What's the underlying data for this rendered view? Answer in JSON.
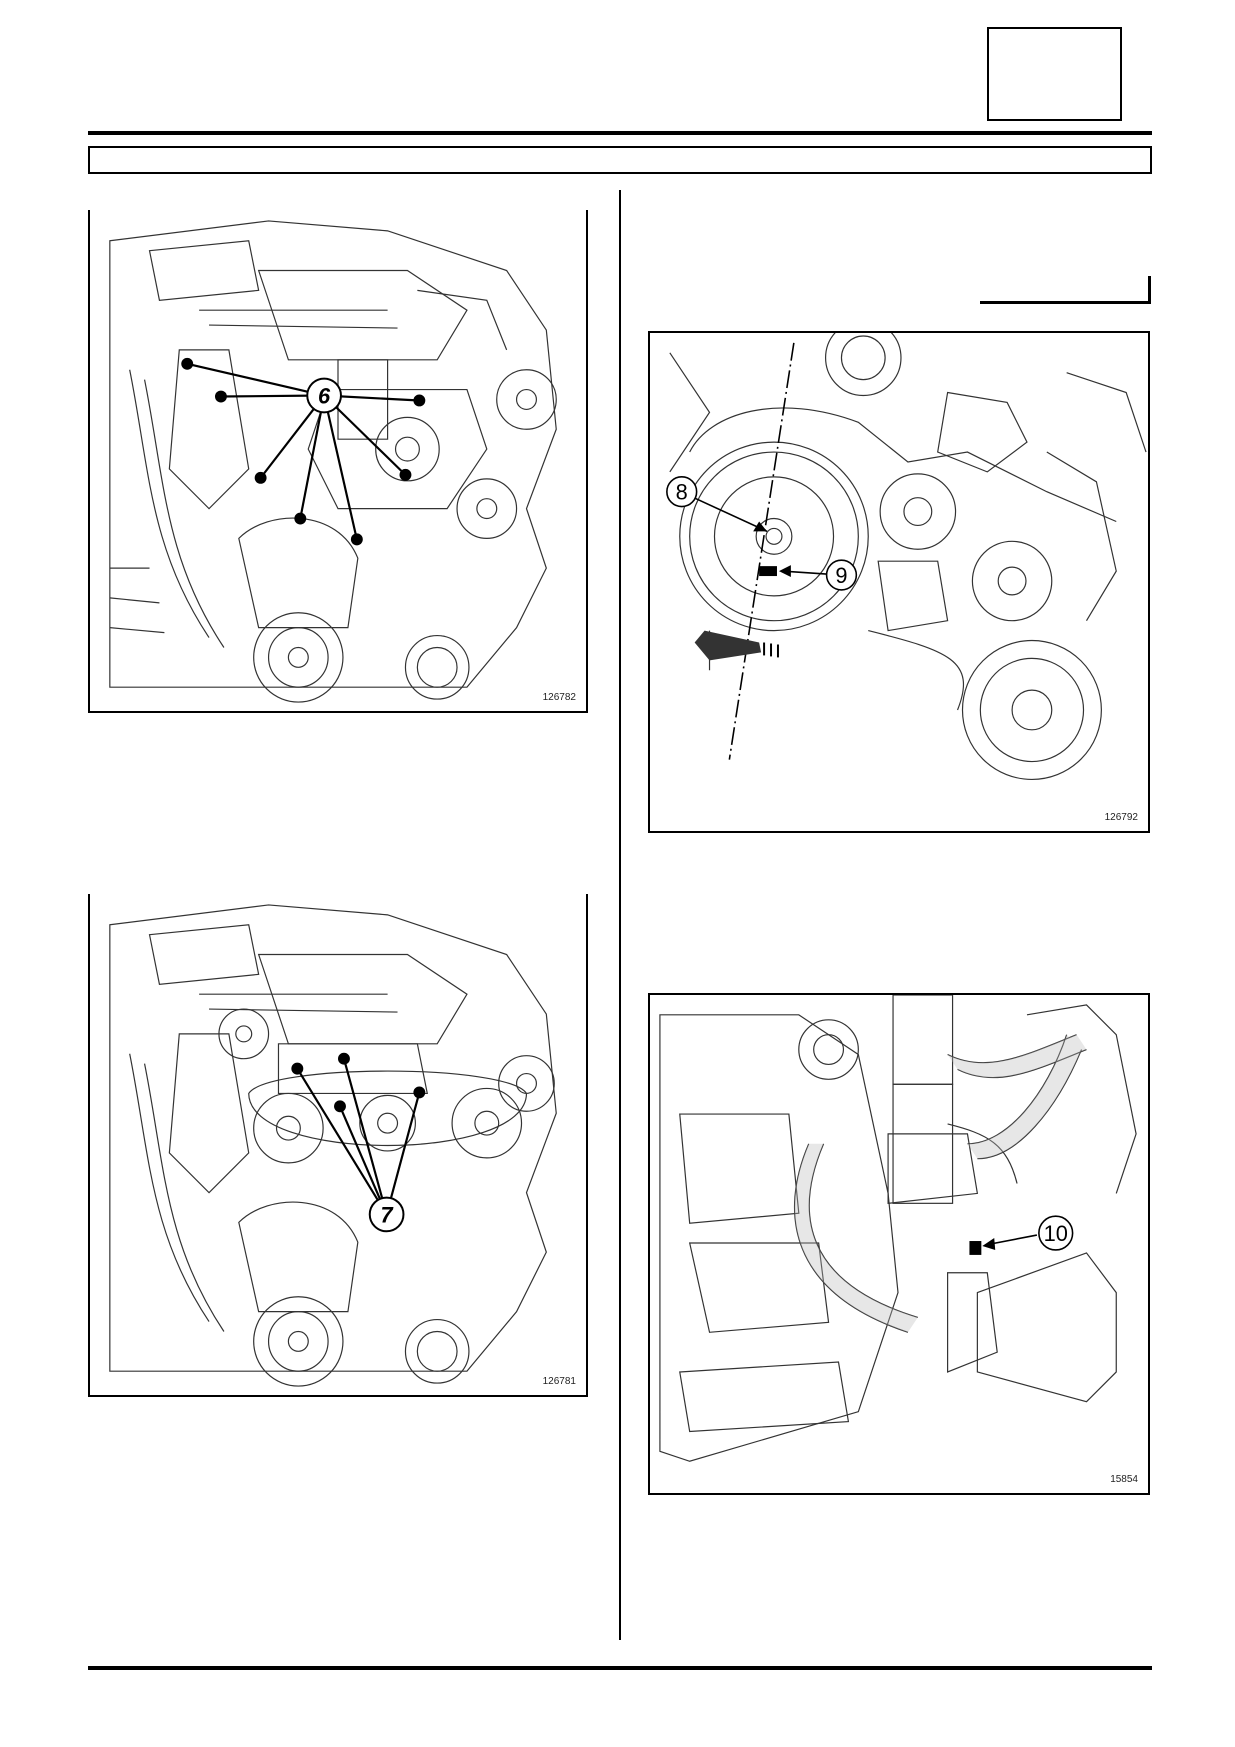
{
  "figures": {
    "fig_a": {
      "code": "126782",
      "callout": "6"
    },
    "fig_b": {
      "code": "126781",
      "callout": "7"
    },
    "fig_c": {
      "code": "126792",
      "callout_left": "8",
      "callout_right": "9"
    },
    "fig_d": {
      "code": "15854",
      "callout": "10"
    }
  }
}
